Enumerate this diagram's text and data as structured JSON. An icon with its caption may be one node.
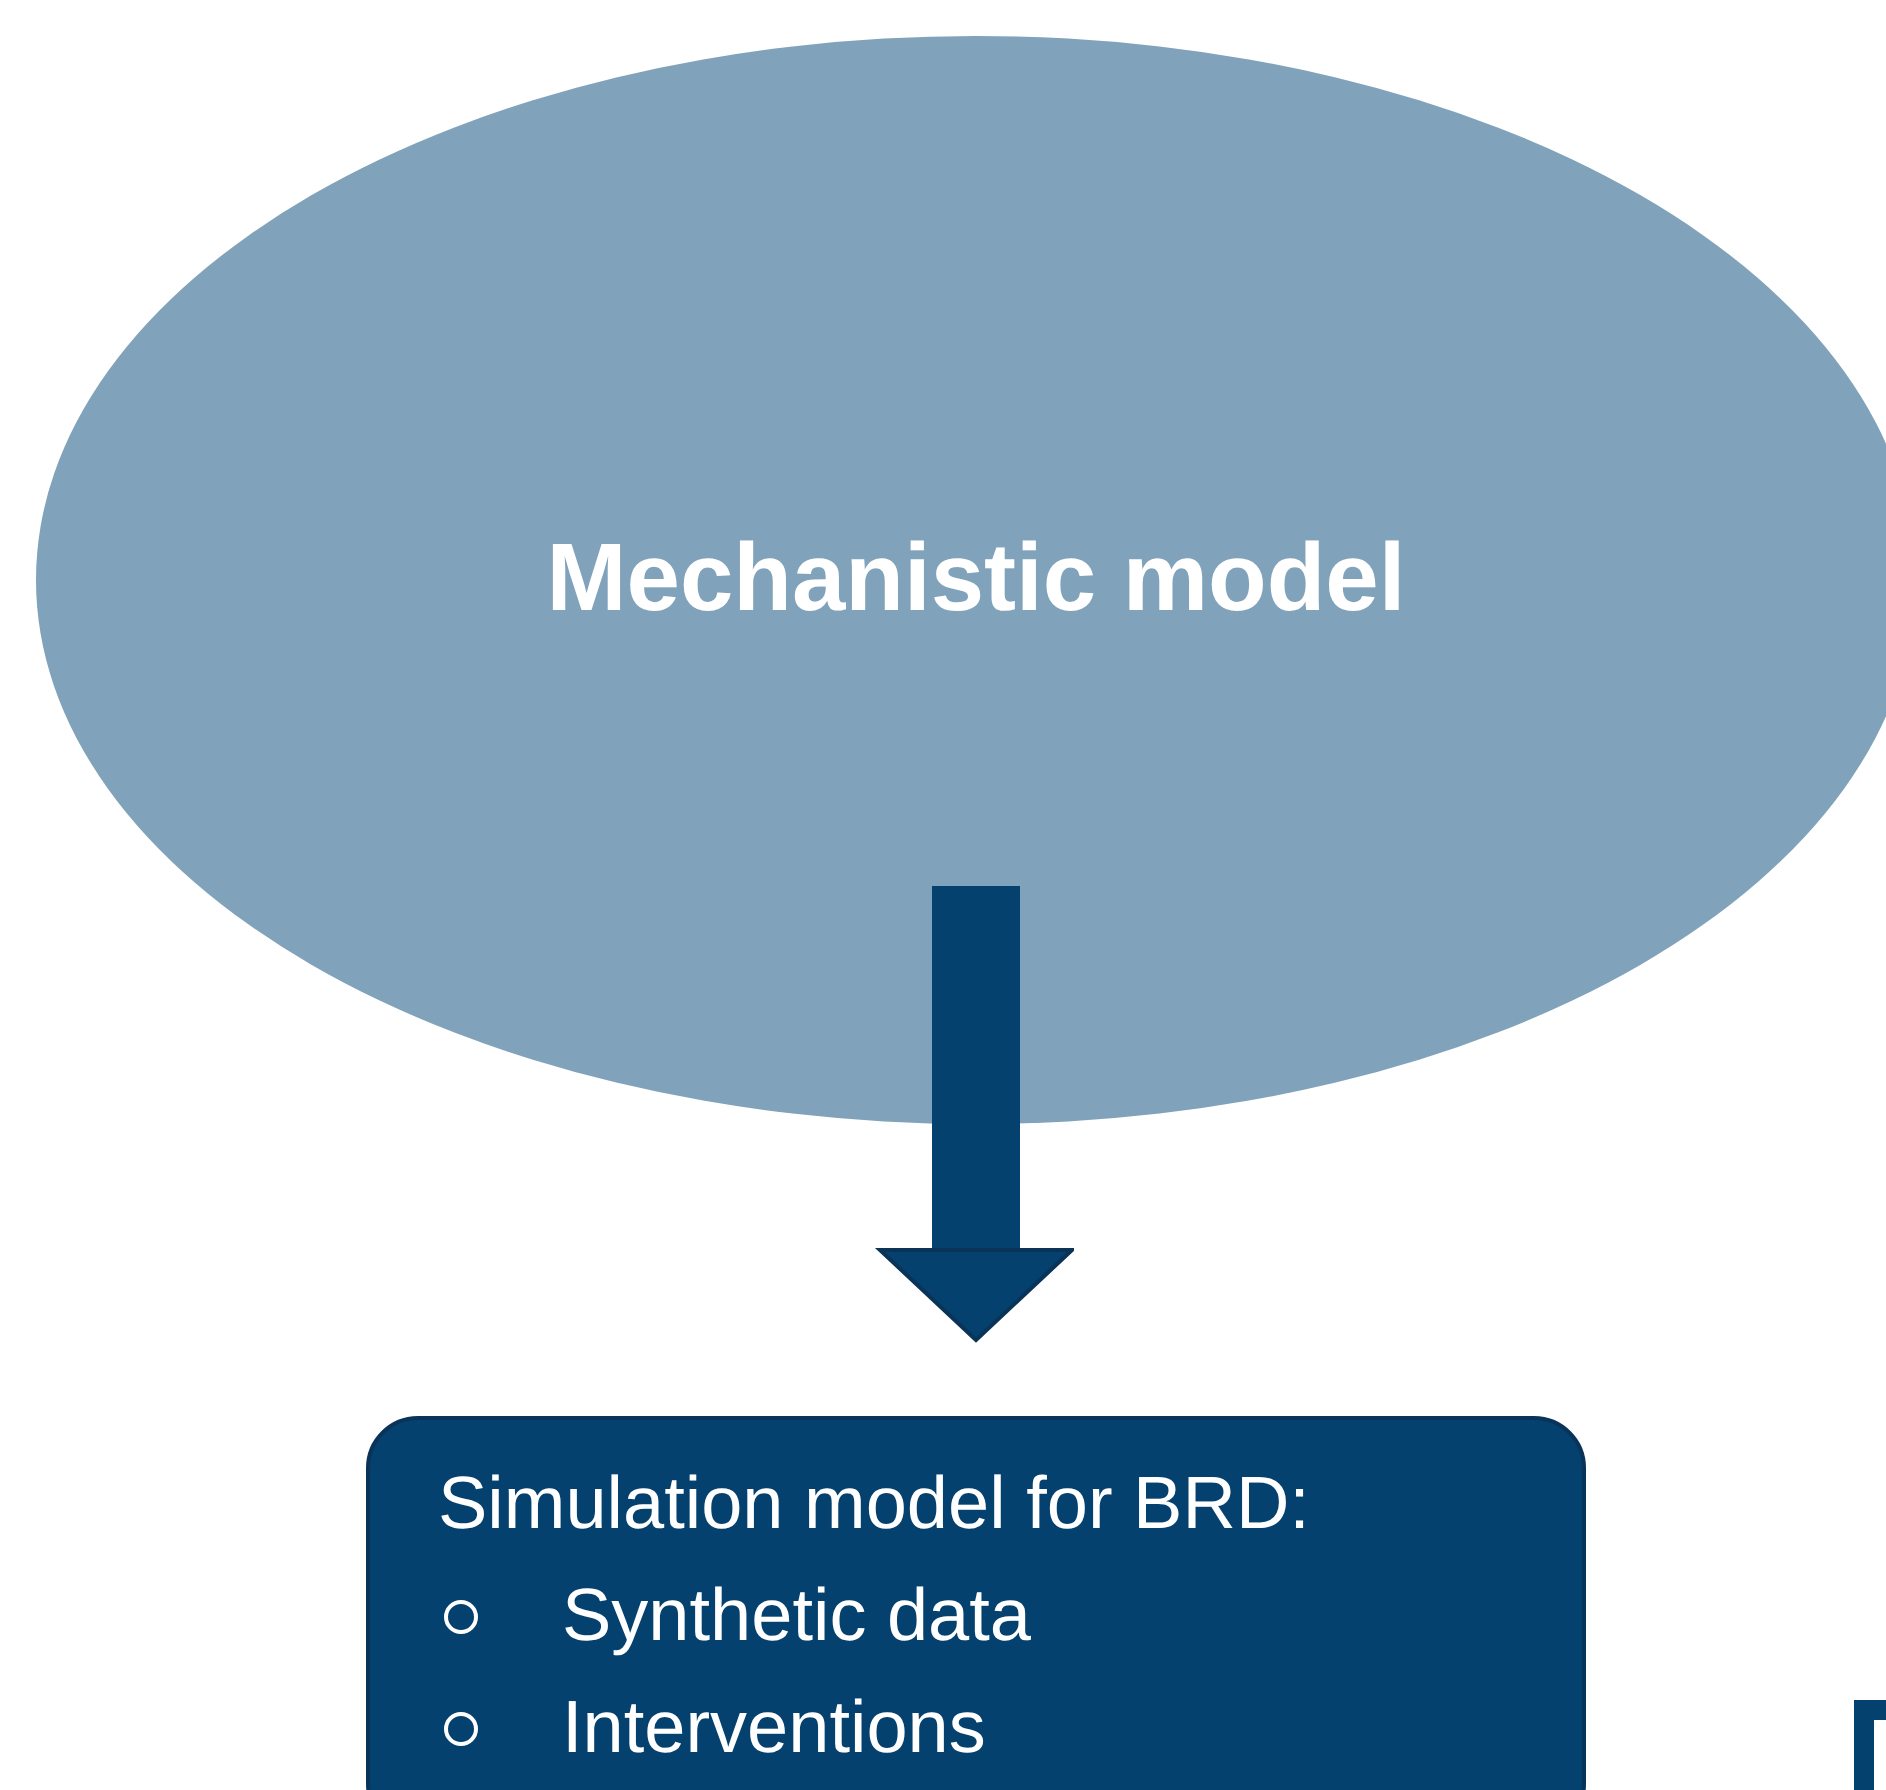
{
  "diagram": {
    "nodes": [
      {
        "text": [
          "Mechanistic model"
        ]
      },
      {
        "text": [
          "Simulation model for BRD:",
          "Synthetic data",
          "Interventions"
        ]
      },
      {
        "text": [],
        "shape": "box"
      }
    ],
    "edges": [
      {
        "from": 0,
        "to": 1,
        "arrow": "to"
      }
    ]
  }
}
